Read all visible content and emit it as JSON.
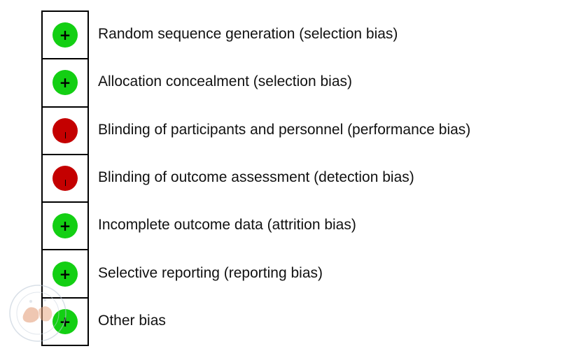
{
  "domains": [
    {
      "label": "Random sequence generation (selection bias)",
      "judgement": "low",
      "symbol": "+",
      "color": "#13cf13"
    },
    {
      "label": "Allocation concealment (selection bias)",
      "judgement": "low",
      "symbol": "+",
      "color": "#13cf13"
    },
    {
      "label": "Blinding of participants and personnel (performance bias)",
      "judgement": "high",
      "symbol": "-",
      "color": "#c40000"
    },
    {
      "label": "Blinding of outcome assessment (detection bias)",
      "judgement": "high",
      "symbol": "-",
      "color": "#c40000"
    },
    {
      "label": "Incomplete outcome data (attrition bias)",
      "judgement": "low",
      "symbol": "+",
      "color": "#13cf13"
    },
    {
      "label": "Selective reporting (reporting bias)",
      "judgement": "low",
      "symbol": "+",
      "color": "#13cf13"
    },
    {
      "label": "Other bias",
      "judgement": "low",
      "symbol": "+",
      "color": "#13cf13"
    }
  ],
  "watermark": {
    "icon": "seal-watermark-icon",
    "color": "#e39a74"
  }
}
